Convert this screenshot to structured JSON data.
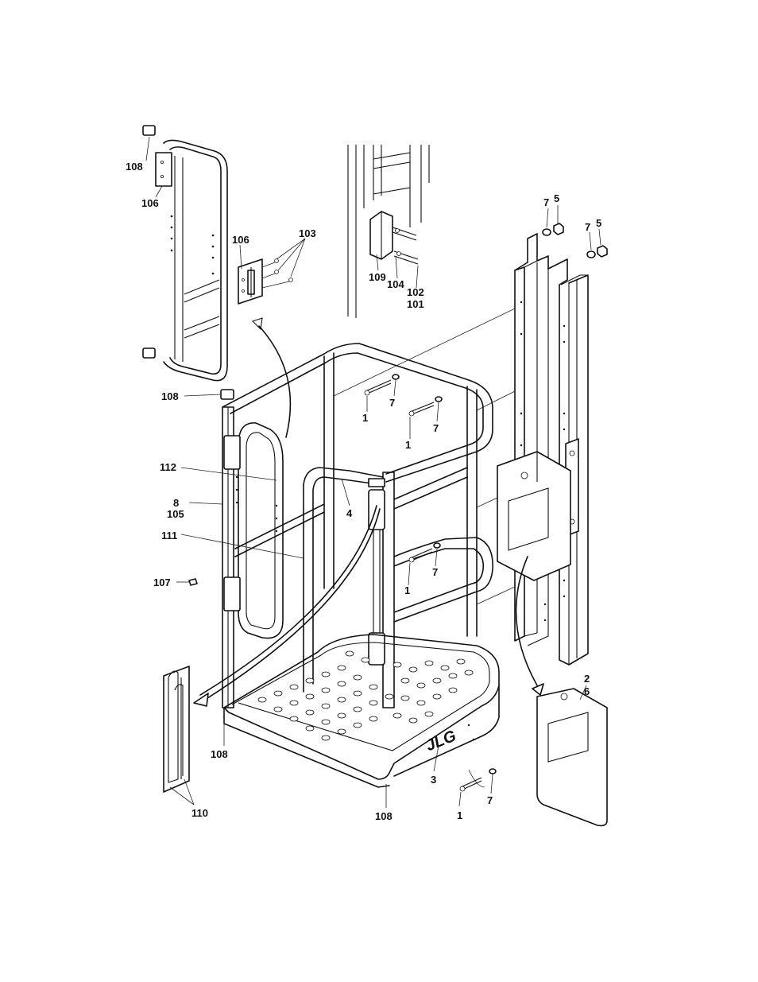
{
  "callouts": {
    "c108_top": "108",
    "c106_top": "106",
    "c106_mid": "106",
    "c103": "103",
    "c109": "109",
    "c104": "104",
    "c102": "102",
    "c101": "101",
    "c7_a": "7",
    "c5_a": "5",
    "c7_b": "7",
    "c5_b": "5",
    "c108_mid": "108",
    "c1_a": "1",
    "c7_c": "7",
    "c1_b": "1",
    "c7_d": "7",
    "c112": "112",
    "c8": "8",
    "c105": "105",
    "c4": "4",
    "c111": "111",
    "c107": "107",
    "c1_c": "1",
    "c7_e": "7",
    "c2": "2",
    "c6": "6",
    "c108_low": "108",
    "c3": "3",
    "c1_d": "1",
    "c7_f": "7",
    "c108_bot": "108",
    "c110": "110"
  },
  "logo_text": "JLG"
}
